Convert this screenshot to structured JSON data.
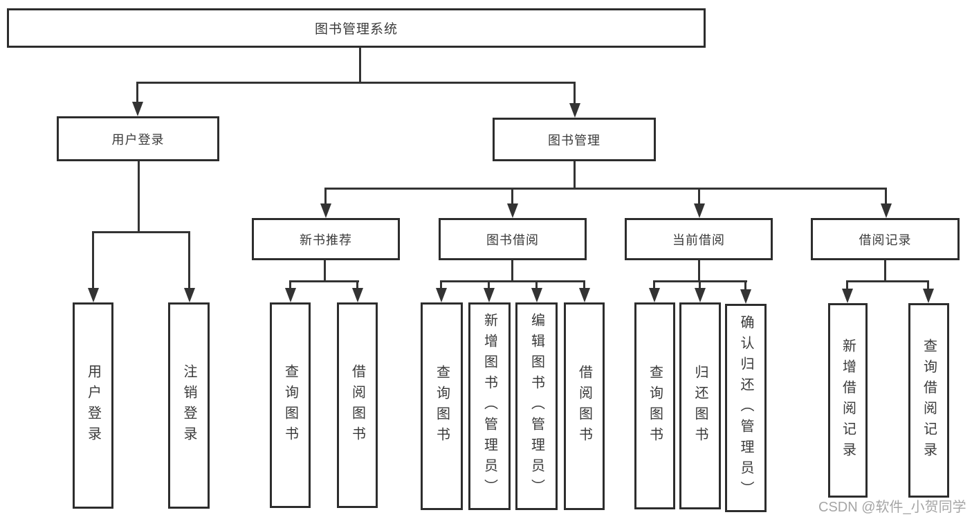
{
  "nodes": {
    "root": "图书管理系统",
    "user_login": "用户登录",
    "book_mgmt": "图书管理",
    "new_books": "新书推荐",
    "book_borrow": "图书借阅",
    "current_borrow": "当前借阅",
    "borrow_records": "借阅记录"
  },
  "leaves": {
    "user_login": [
      "用户登录",
      "注销登录"
    ],
    "new_books": [
      "查询图书",
      "借阅图书"
    ],
    "book_borrow": [
      "查询图书",
      "新增图书（管理员）",
      "编辑图书（管理员）",
      "借阅图书"
    ],
    "current_borrow": [
      "查询图书",
      "归还图书",
      "确认归还（管理员）"
    ],
    "borrow_records": [
      "新增借阅记录",
      "查询借阅记录"
    ]
  },
  "watermark": {
    "text": "CSDN @软件_小贺同学",
    "color": "#969696"
  },
  "colors": {
    "line": "#333333",
    "border": "#2d2d2d",
    "text": "#3a3a3a",
    "background": "#ffffff"
  }
}
